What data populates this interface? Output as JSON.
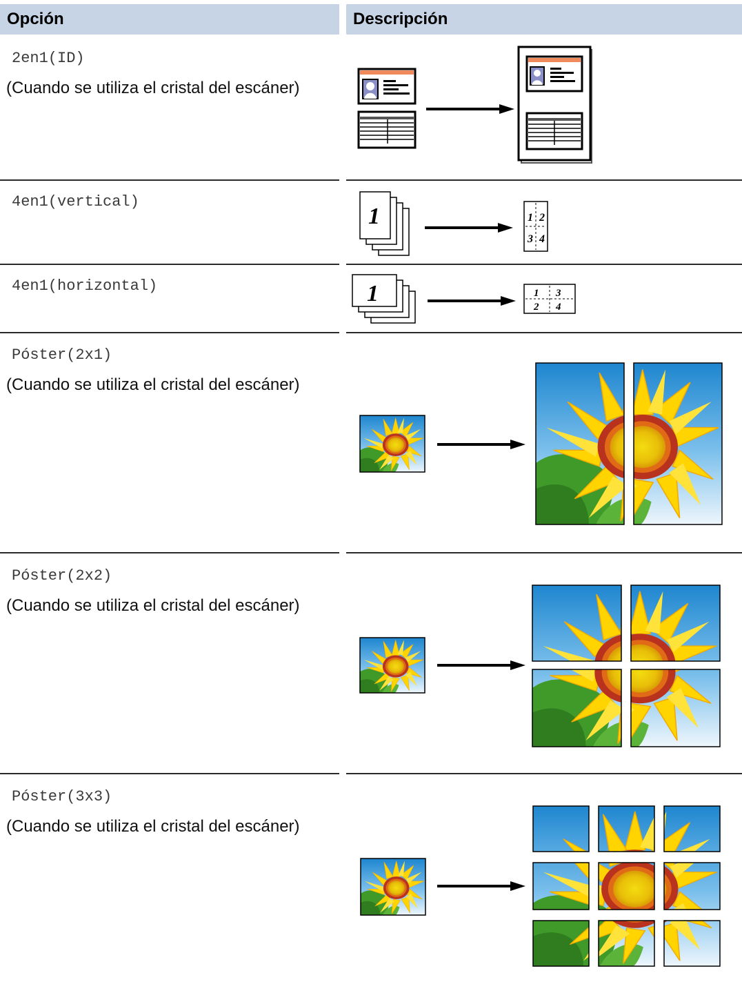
{
  "header": {
    "option_label": "Opción",
    "description_label": "Descripción"
  },
  "rows": [
    {
      "option": "2en1(ID)",
      "note": "(Cuando se utiliza el cristal del escáner)"
    },
    {
      "option": "4en1(vertical)",
      "note": ""
    },
    {
      "option": "4en1(horizontal)",
      "note": ""
    },
    {
      "option": "Póster(2x1)",
      "note": "(Cuando se utiliza el cristal del escáner)"
    },
    {
      "option": "Póster(2x2)",
      "note": "(Cuando se utiliza el cristal del escáner)"
    },
    {
      "option": "Póster(3x3)",
      "note": "(Cuando se utiliza el cristal del escáner)"
    }
  ],
  "page_numbers": {
    "big": "1",
    "small": [
      "1",
      "2",
      "3",
      "4"
    ]
  },
  "colors": {
    "header_bg": "#c7d4e6",
    "id_stripe": "#f08a5d",
    "sky_top": "#1e86cf",
    "sky_bottom": "#eef6fc",
    "petal": "#ffd400",
    "center": "#f0c800",
    "ring": "#b8321e",
    "leaf": "#3f9a2a"
  },
  "icons": [
    "id-card-front-icon",
    "id-card-back-icon",
    "arrow-right-icon",
    "page-stack-icon",
    "sunflower-photo-icon"
  ]
}
